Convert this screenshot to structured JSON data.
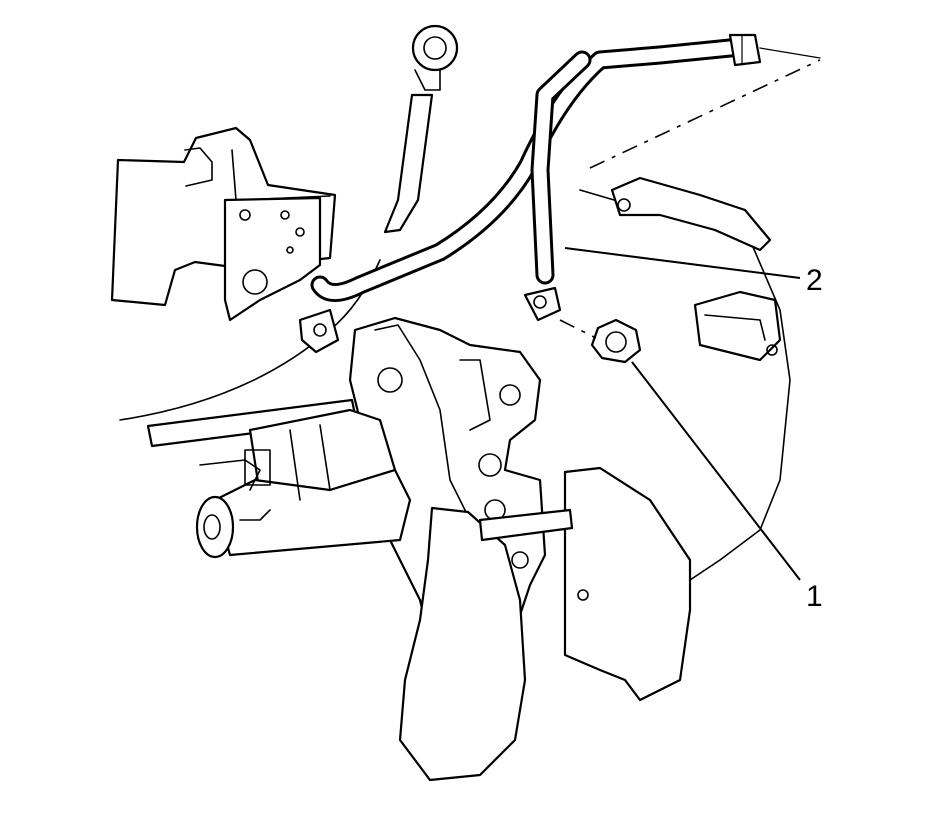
{
  "callouts": [
    {
      "label": "1",
      "part": "bolt"
    },
    {
      "label": "2",
      "part": "ground-cable"
    }
  ],
  "colors": {
    "line": "#000000",
    "background": "#ffffff"
  }
}
